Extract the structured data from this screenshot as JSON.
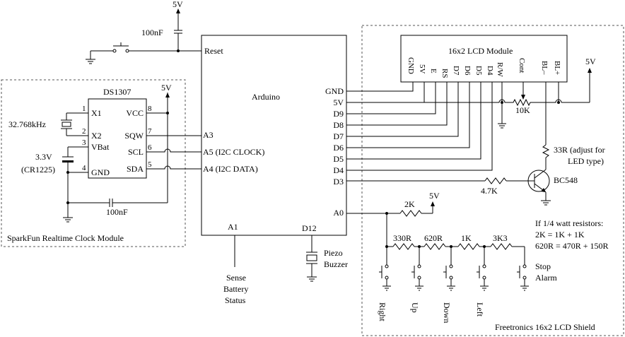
{
  "rtc": {
    "chip": "DS1307",
    "pins": {
      "x1": "X1",
      "x2": "X2",
      "vbat": "VBat",
      "gnd": "GND",
      "vcc": "VCC",
      "sqw": "SQW",
      "scl": "SCL",
      "sda": "SDA"
    },
    "pin_numbers": {
      "x1": "1",
      "x2": "2",
      "vbat": "3",
      "gnd": "4",
      "vcc": "8",
      "sqw": "7",
      "scl": "6",
      "sda": "5"
    },
    "crystal": "32.768kHz",
    "battery_voltage": "3.3V",
    "battery_type": "(CR1225)",
    "cap": "100nF",
    "supply": "5V",
    "module_label": "SparkFun Realtime Clock Module"
  },
  "reset": {
    "supply": "5V",
    "cap": "100nF",
    "label": "Reset"
  },
  "arduino": {
    "title": "Arduino",
    "left_pins": [
      "A3",
      "A5 (I2C CLOCK)",
      "A4 (I2C DATA)"
    ],
    "right_pins": [
      "GND",
      "5V",
      "D9",
      "D8",
      "D7",
      "D6",
      "D5",
      "D4",
      "D3",
      "A0"
    ],
    "bottom_pins": [
      "A1",
      "D12"
    ]
  },
  "sense": [
    "Sense",
    "Battery",
    "Status"
  ],
  "piezo": [
    "Piezo",
    "Buzzer"
  ],
  "lcd": {
    "title": "16x2 LCD Module",
    "pins": [
      "GND",
      "5V",
      "E",
      "RS",
      "D7",
      "D6",
      "D5",
      "D4",
      "R/W",
      "Cont",
      "BL–",
      "BL+"
    ],
    "supply": "5V",
    "pot": "10K",
    "bl_resistor": [
      "33R (adjust for",
      "LED type)"
    ],
    "base_resistor": "4.7K",
    "transistor": "BC548"
  },
  "buttons": {
    "pullup": "2K",
    "supply": "5V",
    "resistors": [
      "330R",
      "620R",
      "1K",
      "3K3"
    ],
    "labels": [
      "Right",
      "Up",
      "Down",
      "Left"
    ],
    "stop_alarm": [
      "Stop",
      "Alarm"
    ],
    "note": [
      "If 1/4 watt resistors:",
      "2K = 1K + 1K",
      "620R = 470R + 150R"
    ],
    "shield_label": "Freetronics 16x2 LCD Shield"
  }
}
